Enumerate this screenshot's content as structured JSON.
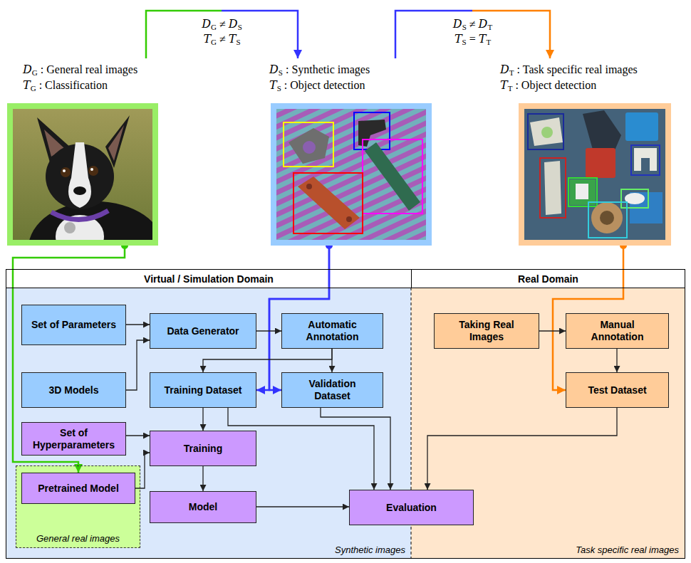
{
  "diagram": {
    "nodes": [
      {
        "text": [
          "DG : General real images",
          "TG : Classification"
        ]
      },
      {
        "text": [
          "DS : Synthetic images",
          "TS : Object detection"
        ]
      },
      {
        "text": [
          "DT : Task specific real images",
          "TT : Object detection"
        ]
      },
      {
        "text": [
          "Virtual / Simulation Domain",
          "Synthetic images"
        ]
      },
      {
        "text": [
          "Set of Parameters"
        ],
        "in": 3
      },
      {
        "text": [
          "Data Generator"
        ],
        "in": 3
      },
      {
        "text": [
          "Automatic Annotation"
        ],
        "in": 3
      },
      {
        "text": [
          "3D Models"
        ],
        "in": 3
      },
      {
        "text": [
          "Training Dataset"
        ],
        "in": 3
      },
      {
        "text": [
          "Validation Dataset"
        ],
        "in": 3
      },
      {
        "text": [
          "Set of Hyperparameters"
        ],
        "in": 3
      },
      {
        "text": [
          "Training"
        ],
        "in": 3
      },
      {
        "text": [
          "General real images"
        ],
        "in": 3
      },
      {
        "text": [
          "Pretrained Model"
        ],
        "in": 12
      },
      {
        "text": [
          "Model"
        ],
        "in": 3
      },
      {
        "text": [
          "Evaluation"
        ]
      },
      {
        "text": [
          "Real Domain",
          "Task specific real images"
        ]
      },
      {
        "text": [
          "Taking Real Images"
        ],
        "in": 16
      },
      {
        "text": [
          "Manual Annotation"
        ],
        "in": 16
      },
      {
        "text": [
          "Test Dataset"
        ],
        "in": 16
      }
    ],
    "edges": [
      {
        "from": 0,
        "to": 1,
        "arrow": "to",
        "label": "DG ≠ DS TG ≠ TS"
      },
      {
        "from": 1,
        "to": 2,
        "arrow": "to",
        "label": "DS ≠ DT TS = TT"
      },
      {
        "from": 0,
        "to": 13,
        "arrow": "to"
      },
      {
        "from": 1,
        "to": 8,
        "arrow": "to"
      },
      {
        "from": 1,
        "to": 9,
        "arrow": "to"
      },
      {
        "from": 2,
        "to": 19,
        "arrow": "to"
      },
      {
        "from": 4,
        "to": 5,
        "arrow": "to"
      },
      {
        "from": 7,
        "to": 5,
        "arrow": "to"
      },
      {
        "from": 5,
        "to": 6,
        "arrow": "to"
      },
      {
        "from": 6,
        "to": 8,
        "arrow": "to"
      },
      {
        "from": 6,
        "to": 9,
        "arrow": "to"
      },
      {
        "from": 8,
        "to": 11,
        "arrow": "to"
      },
      {
        "from": 10,
        "to": 11,
        "arrow": "to"
      },
      {
        "from": 13,
        "to": 11,
        "arrow": "to"
      },
      {
        "from": 11,
        "to": 14,
        "arrow": "to"
      },
      {
        "from": 14,
        "to": 15,
        "arrow": "to"
      },
      {
        "from": 8,
        "to": 15,
        "arrow": "to"
      },
      {
        "from": 9,
        "to": 15,
        "arrow": "to"
      },
      {
        "from": 17,
        "to": 18,
        "arrow": "to"
      },
      {
        "from": 18,
        "to": 19,
        "arrow": "to"
      },
      {
        "from": 19,
        "to": 15,
        "arrow": "to"
      }
    ]
  }
}
